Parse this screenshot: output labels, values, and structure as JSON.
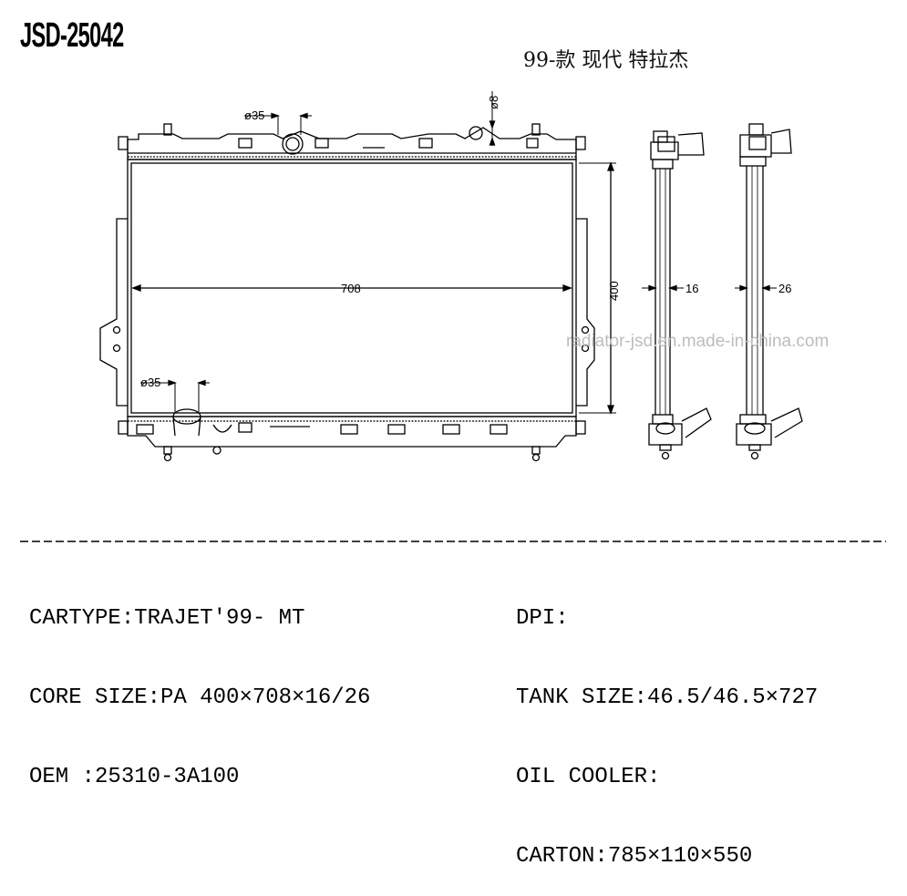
{
  "header": {
    "code": "JSD-25042",
    "model_cn": "99-款 现代 特拉杰"
  },
  "dimensions": {
    "inlet_dia": "ø35",
    "outlet_dia": "ø35",
    "small_port": "ø8",
    "core_width": "708",
    "core_height": "400",
    "thickness_a": "16",
    "thickness_b": "26"
  },
  "watermark": "radiator-jsd.en.made-in-china.com",
  "specs": {
    "cartype": "CARTYPE:TRAJET'99- MT",
    "core_size": "CORE SIZE:PA 400×708×16/26",
    "oem": "OEM :25310-3A100",
    "dpi": "DPI:",
    "tank_size": "TANK SIZE:46.5/46.5×727",
    "oil_cooler": "OIL COOLER:",
    "carton": "CARTON:785×110×550"
  }
}
